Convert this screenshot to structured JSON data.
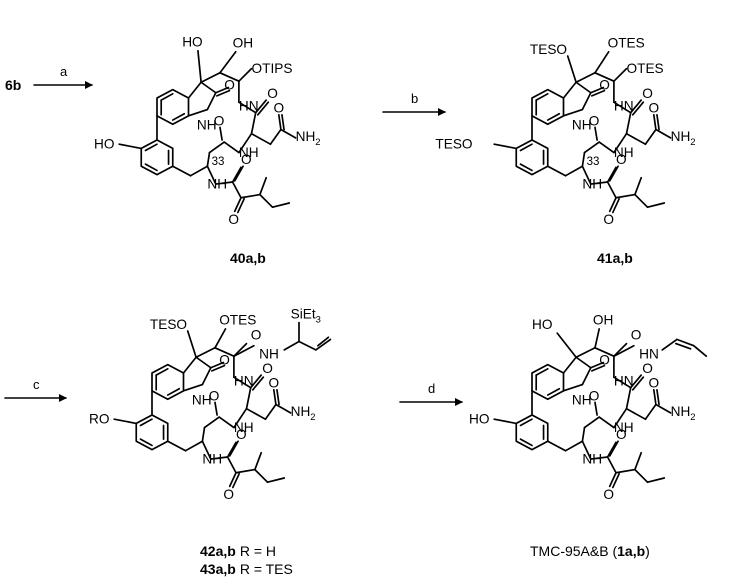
{
  "start_compound": "6b",
  "steps": {
    "a": "a",
    "b": "b",
    "c": "c",
    "d": "d"
  },
  "compounds": {
    "c40": {
      "name": "40a,b",
      "labels": {
        "oh_top": "HO",
        "oh_side": "OH",
        "otips": "OTIPS",
        "o_lactam": "O",
        "nh_lactam": "NH",
        "hn_1": "HN",
        "o_1": "O",
        "o_amide": "O",
        "nh2": "NH",
        "nh2_sub": "2",
        "ho_phenol": "HO",
        "o_2": "O",
        "nh_2": "NH",
        "stereo": "33",
        "nh_3": "NH",
        "o_3": "O",
        "o_4": "O"
      }
    },
    "c41": {
      "name": "41a,b",
      "labels": {
        "teso_top": "TESO",
        "otes_1": "OTES",
        "otes_2": "OTES",
        "o_lactam": "O",
        "nh_lactam": "NH",
        "hn_1": "HN",
        "o_1": "O",
        "o_amide": "O",
        "nh2": "NH",
        "nh2_sub": "2",
        "teso_phenol": "TESO",
        "o_2": "O",
        "nh_2": "NH",
        "stereo": "33",
        "nh_3": "NH",
        "o_3": "O",
        "o_4": "O"
      }
    },
    "c42": {
      "name_a": "42a,b",
      "r_a": "R = H",
      "name_b": "43a,b",
      "r_b": "R = TES",
      "labels": {
        "teso_top": "TESO",
        "otes": "OTES",
        "sieta": "SiEt",
        "sieta_sub": "3",
        "o_top": "O",
        "nh_top": "NH",
        "o_lactam": "O",
        "nh_lactam": "NH",
        "hn_1": "HN",
        "o_1": "O",
        "o_amide": "O",
        "nh2": "NH",
        "nh2_sub": "2",
        "ro": "RO",
        "o_2": "O",
        "nh_2": "NH",
        "nh_3": "NH",
        "o_3": "O",
        "o_4": "O"
      }
    },
    "c1": {
      "name_pre": "TMC-95A&B (",
      "name_bold": "1a,b",
      "name_post": ")",
      "labels": {
        "ho_top": "HO",
        "oh_side": "OH",
        "o_top": "O",
        "nh_top": "HN",
        "o_lactam": "O",
        "nh_lactam": "NH",
        "hn_1": "HN",
        "o_1": "O",
        "o_amide": "O",
        "nh2": "NH",
        "nh2_sub": "2",
        "ho_phenol": "HO",
        "o_2": "O",
        "nh_2": "NH",
        "nh_3": "NH",
        "o_3": "O",
        "o_4": "O"
      }
    }
  }
}
